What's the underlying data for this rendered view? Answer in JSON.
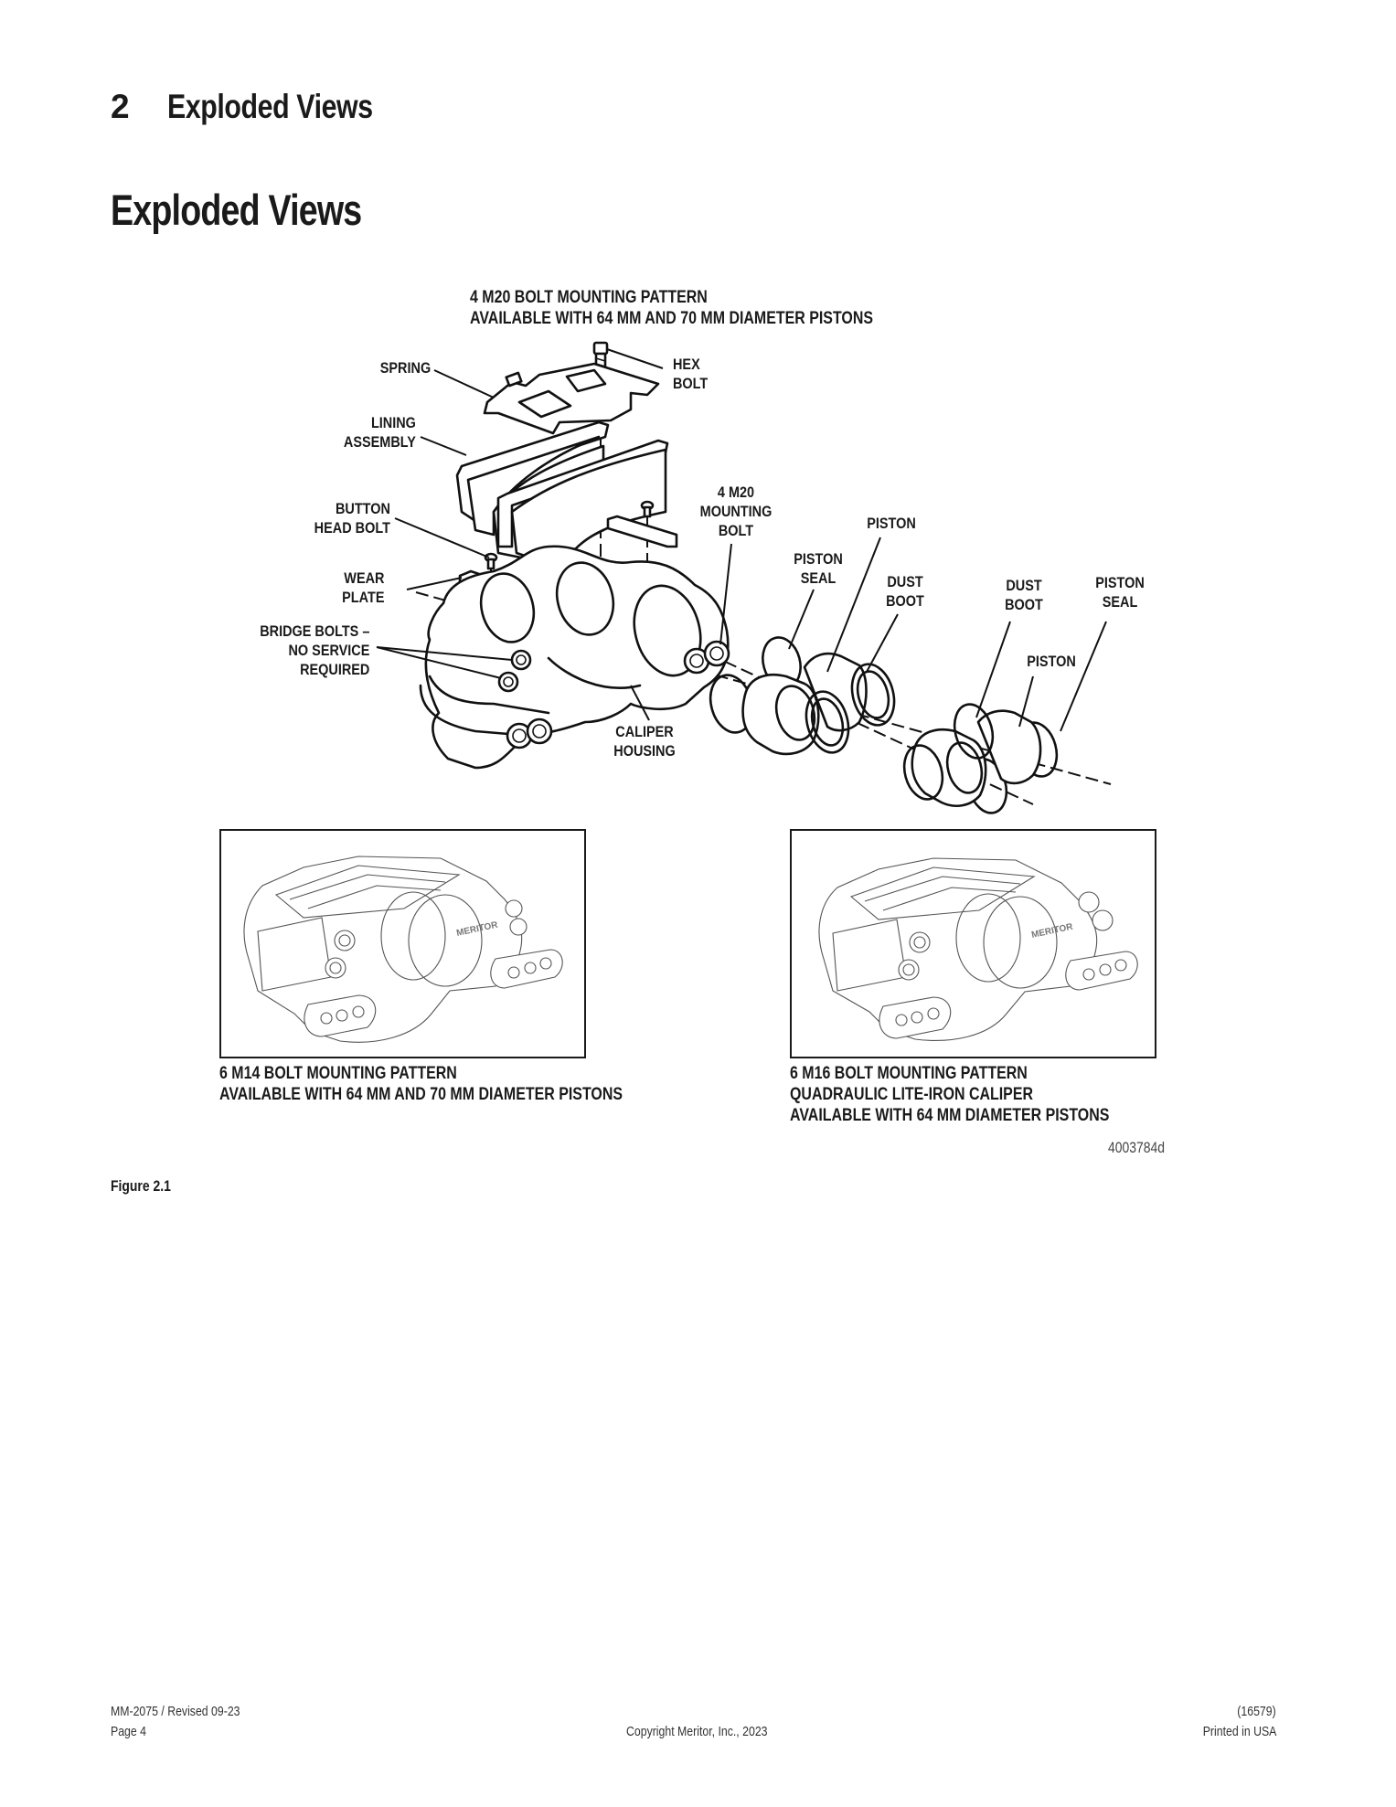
{
  "section_header": {
    "number": "2",
    "title": "Exploded Views"
  },
  "page_title": "Exploded Views",
  "figure": {
    "main_caption": [
      "4 M20 BOLT MOUNTING PATTERN",
      "AVAILABLE WITH 64 MM AND 70 MM DIAMETER PISTONS"
    ],
    "callouts": {
      "spring": [
        "SPRING"
      ],
      "hex_bolt": [
        "HEX",
        "BOLT"
      ],
      "lining_assembly": [
        "LINING",
        "ASSEMBLY"
      ],
      "button_head_bolt": [
        "BUTTON",
        "HEAD BOLT"
      ],
      "mounting_bolt": [
        "4 M20",
        "MOUNTING",
        "BOLT"
      ],
      "piston_upper": [
        "PISTON"
      ],
      "piston_seal_left": [
        "PISTON",
        "SEAL"
      ],
      "dust_boot_left": [
        "DUST",
        "BOOT"
      ],
      "dust_boot_right": [
        "DUST",
        "BOOT"
      ],
      "piston_seal_right": [
        "PISTON",
        "SEAL"
      ],
      "wear_plate": [
        "WEAR",
        "PLATE"
      ],
      "bridge_bolts": [
        "BRIDGE BOLTS –",
        "NO SERVICE",
        "REQUIRED"
      ],
      "piston_lower": [
        "PISTON"
      ],
      "caliper_housing": [
        "CALIPER",
        "HOUSING"
      ]
    },
    "insets": [
      {
        "caption": [
          "6 M14 BOLT MOUNTING PATTERN",
          "AVAILABLE WITH 64 MM AND 70 MM DIAMETER PISTONS"
        ],
        "logo_text": "MERITOR"
      },
      {
        "caption": [
          "6 M16 BOLT MOUNTING PATTERN",
          "QUADRAULIC LITE-IRON CALIPER",
          "AVAILABLE WITH 64 MM DIAMETER PISTONS"
        ],
        "logo_text": "MERITOR"
      }
    ],
    "reference_number": "4003784d",
    "label": "Figure 2.1"
  },
  "footer": {
    "doc_id": "MM-2075  /  Revised 09-23",
    "page": "Page 4",
    "copyright": "Copyright Meritor, Inc., 2023",
    "code": "(16579)",
    "printed": "Printed in USA"
  }
}
